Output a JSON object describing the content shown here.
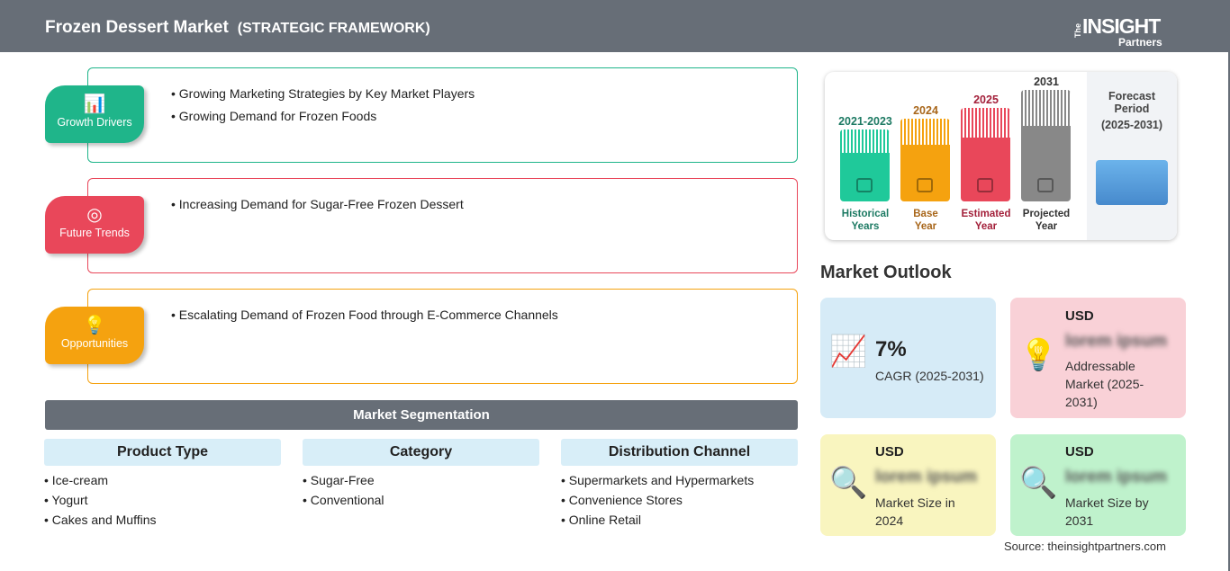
{
  "header": {
    "title": "Frozen Dessert Market",
    "subtitle": "(STRATEGIC FRAMEWORK)",
    "logo_text": "The INSIGHT Partners"
  },
  "sections": [
    {
      "label": "Growth Drivers",
      "color": "#1fb58a",
      "icon": "growth-chart-icon",
      "items": [
        "Growing Marketing Strategies by Key Market Players",
        "Growing Demand for Frozen Foods"
      ]
    },
    {
      "label": "Future Trends",
      "color": "#e9475a",
      "icon": "target-icon",
      "items": [
        "Increasing Demand for Sugar-Free Frozen Dessert"
      ]
    },
    {
      "label": "Opportunities",
      "color": "#f5a20f",
      "icon": "lightbulb-hand-icon",
      "items": [
        "Escalating Demand of Frozen Food through E-Commerce Channels"
      ]
    }
  ],
  "segmentation": {
    "title": "Market Segmentation",
    "columns": [
      {
        "header": "Product Type",
        "items": [
          "Ice-cream",
          "Yogurt",
          "Cakes and Muffins"
        ]
      },
      {
        "header": "Category",
        "items": [
          "Sugar-Free",
          "Conventional"
        ]
      },
      {
        "header": "Distribution Channel",
        "items": [
          "Supermarkets and Hypermarkets",
          "Convenience Stores",
          "Online Retail"
        ]
      }
    ]
  },
  "timeline": {
    "bars": [
      {
        "year": "2021-2023",
        "label1": "Historical",
        "label2": "Years",
        "color": "#1fc99a",
        "text_color": "#1d7a63",
        "icon": "history-icon"
      },
      {
        "year": "2024",
        "label1": "Base",
        "label2": "Year",
        "color": "#f5a20f",
        "text_color": "#a8661a",
        "icon": "calendar-icon"
      },
      {
        "year": "2025",
        "label1": "Estimated",
        "label2": "Year",
        "color": "#e9475a",
        "text_color": "#a3203a",
        "icon": "monitor-gear-icon"
      },
      {
        "year": "2031",
        "label1": "Projected",
        "label2": "Year",
        "color": "#888888",
        "text_color": "#333333",
        "icon": "presentation-icon"
      }
    ],
    "forecast_label1": "Forecast",
    "forecast_label2": "Period",
    "forecast_range": "(2025-2031)"
  },
  "outlook": {
    "title": "Market Outlook",
    "cagr": {
      "value": "7%",
      "label": "CAGR (2025-2031)"
    },
    "addressable": {
      "currency": "USD",
      "value": "lorem ipsum",
      "label": "Addressable Market (2025-2031)"
    },
    "size2024": {
      "currency": "USD",
      "value": "lorem ipsum",
      "label": "Market Size in 2024"
    },
    "size2031": {
      "currency": "USD",
      "value": "lorem ipsum",
      "label": "Market Size by 2031"
    }
  },
  "source": "Source: theinsightpartners.com"
}
